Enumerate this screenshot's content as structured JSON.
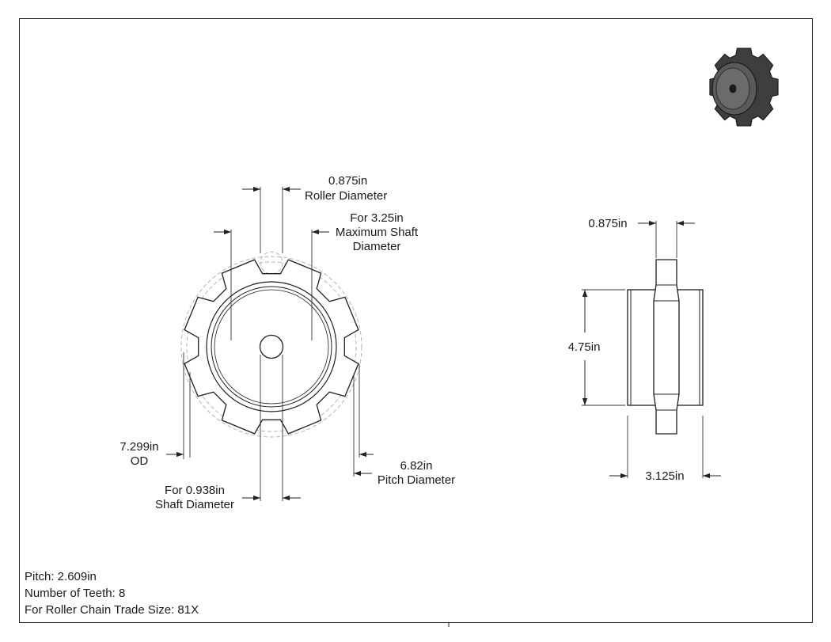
{
  "front_view": {
    "roller_diameter": {
      "value": "0.875in",
      "label": "Roller Diameter"
    },
    "max_shaft": {
      "line1": "For 3.25in",
      "line2": "Maximum Shaft",
      "line3": "Diameter"
    },
    "od": {
      "value": "7.299in",
      "label": "OD"
    },
    "shaft": {
      "value": "For 0.938in",
      "label": "Shaft Diameter"
    },
    "pitch_diameter": {
      "value": "6.82in",
      "label": "Pitch Diameter"
    }
  },
  "side_view": {
    "tooth_width": "0.875in",
    "hub_diameter": "4.75in",
    "overall_length": "3.125in"
  },
  "notes": {
    "pitch": "Pitch: 2.609in",
    "teeth": "Number of Teeth: 8",
    "trade_size": "For Roller Chain Trade Size: 81X"
  },
  "colors": {
    "line": "#222222",
    "hidden": "#b5b5b5",
    "iso_fill": "#3a3a3a"
  }
}
